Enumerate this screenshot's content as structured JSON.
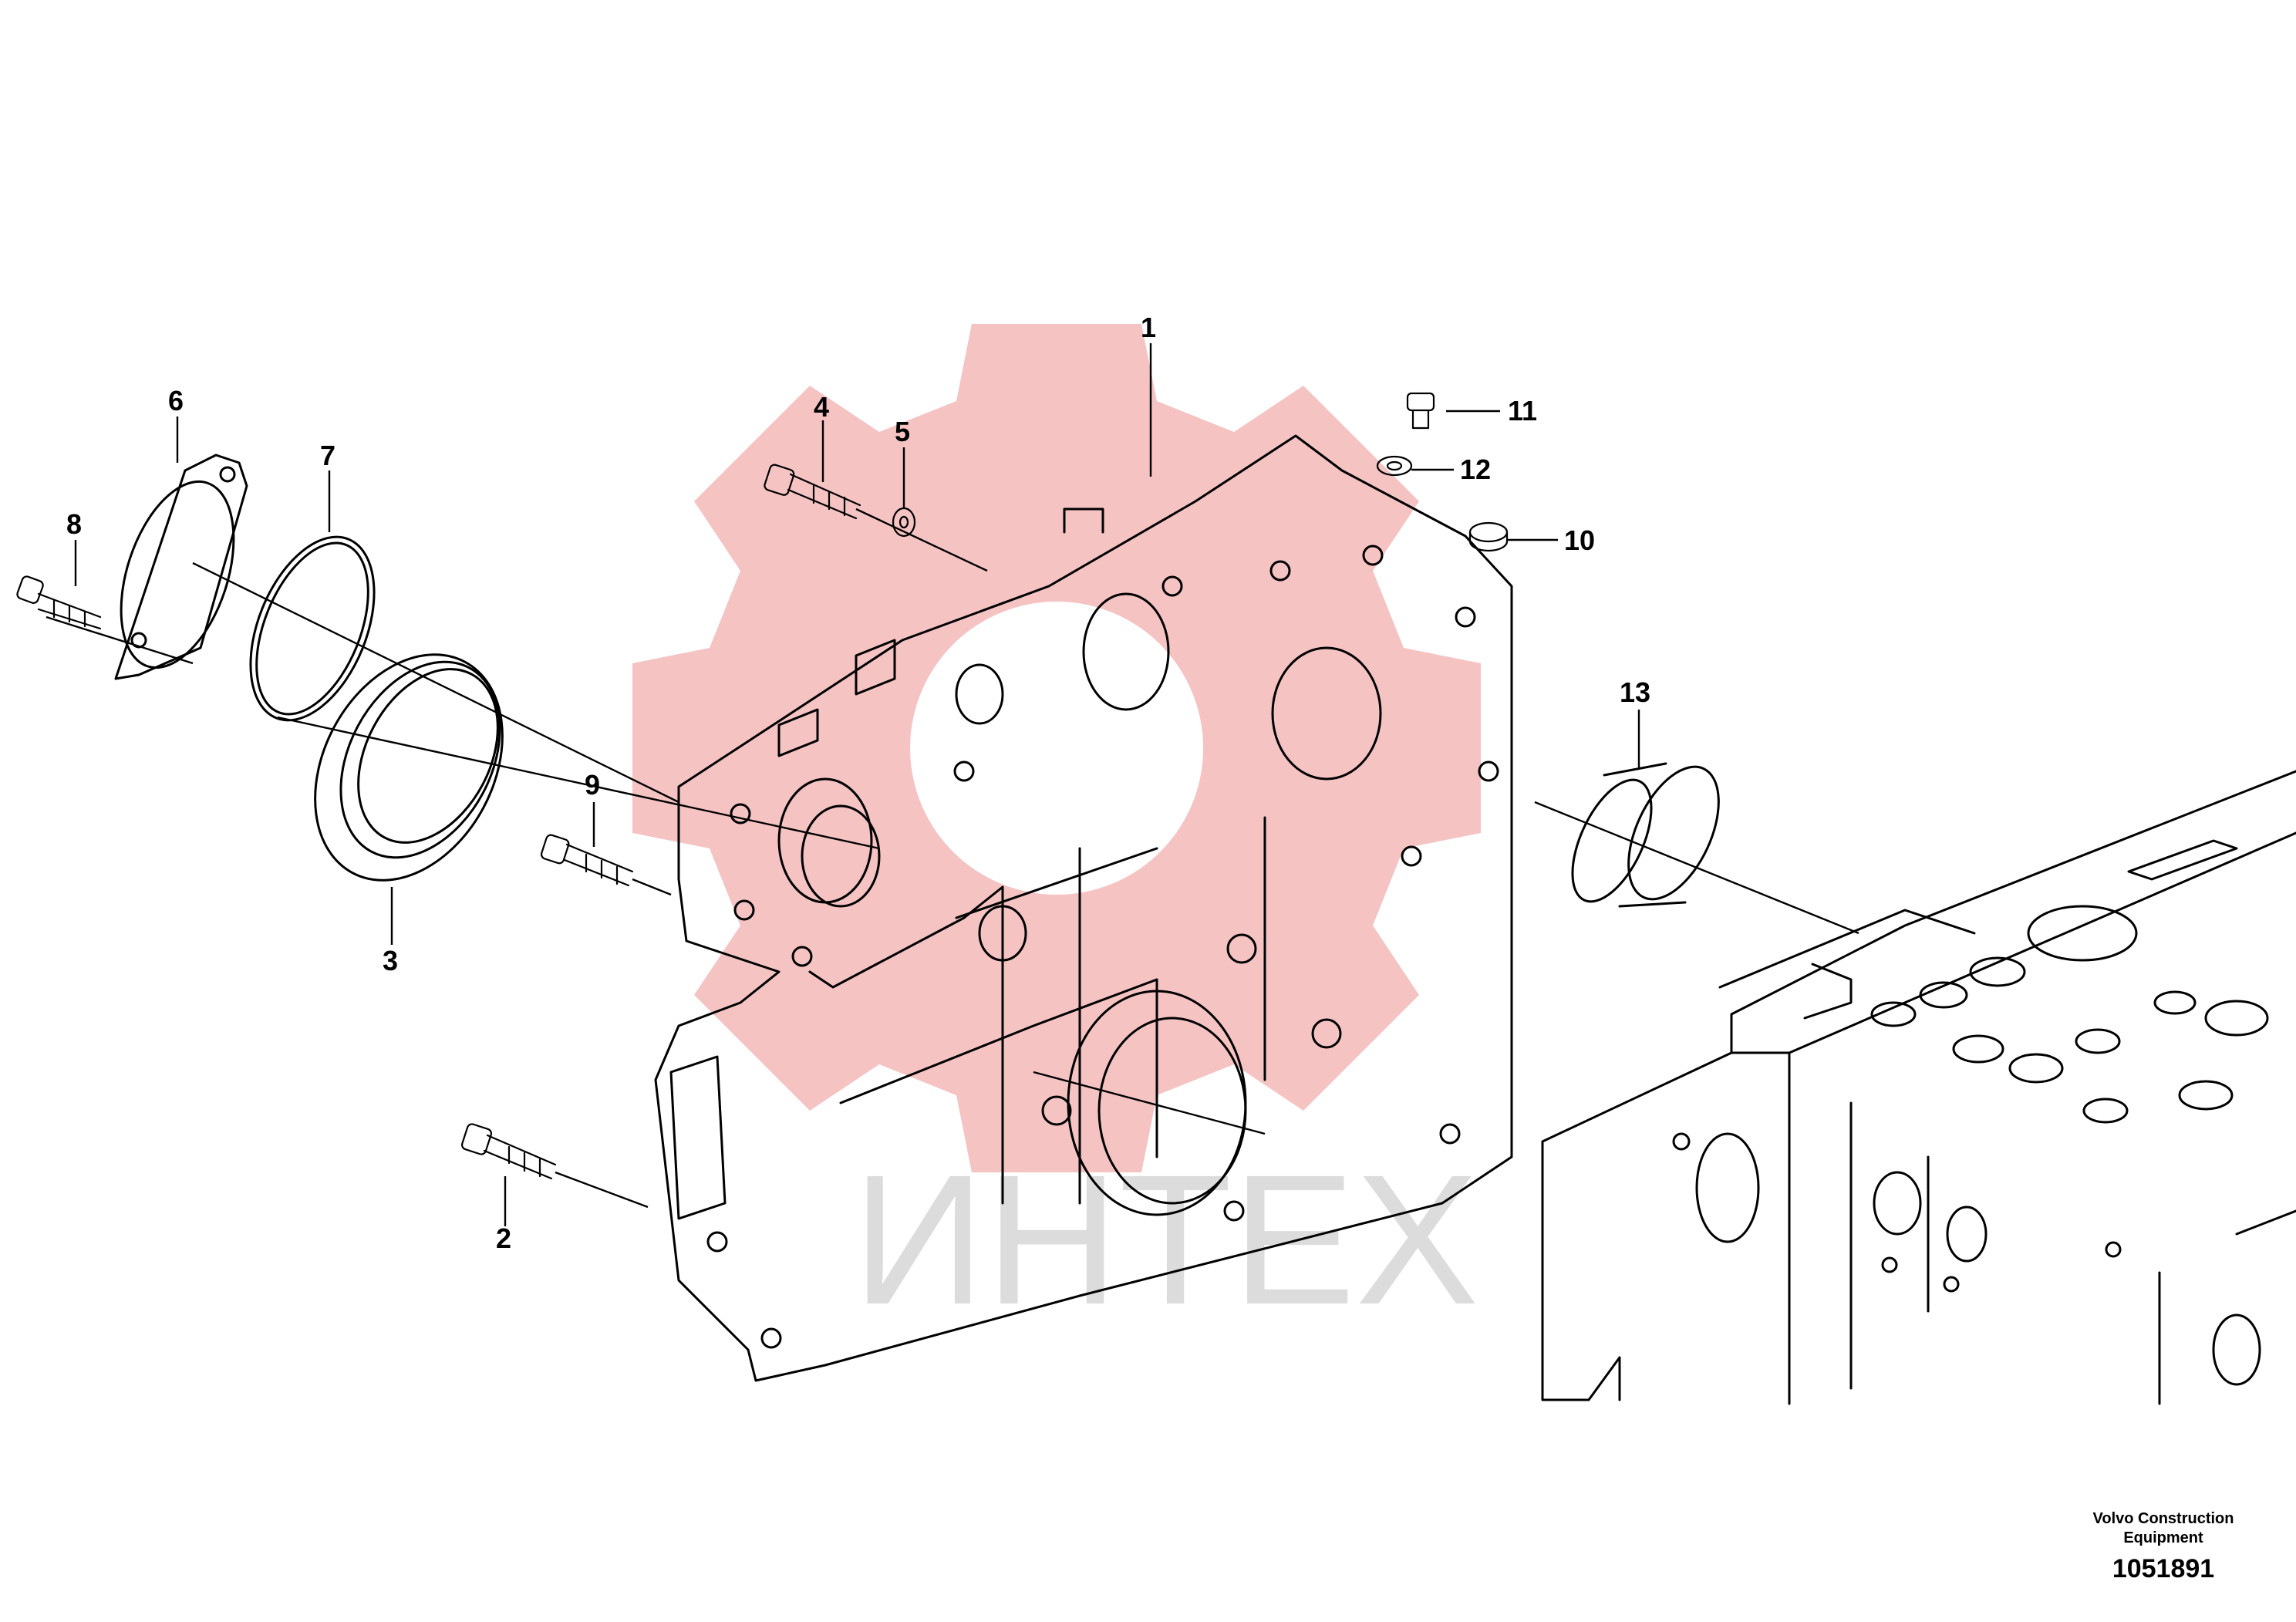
{
  "callouts": [
    {
      "id": "1",
      "text": "1"
    },
    {
      "id": "2",
      "text": "2"
    },
    {
      "id": "3",
      "text": "3"
    },
    {
      "id": "4",
      "text": "4"
    },
    {
      "id": "5",
      "text": "5"
    },
    {
      "id": "6",
      "text": "6"
    },
    {
      "id": "7",
      "text": "7"
    },
    {
      "id": "8",
      "text": "8"
    },
    {
      "id": "9",
      "text": "9"
    },
    {
      "id": "10",
      "text": "10"
    },
    {
      "id": "11",
      "text": "11"
    },
    {
      "id": "12",
      "text": "12"
    },
    {
      "id": "13",
      "text": "13"
    }
  ],
  "credit": {
    "line1": "Volvo Construction",
    "line2": "Equipment"
  },
  "drawing_number": "1051891",
  "watermark": {
    "text": "ИНТЕХ",
    "gear_color": "#f4b9b9",
    "text_color": "#d9d9d9"
  }
}
